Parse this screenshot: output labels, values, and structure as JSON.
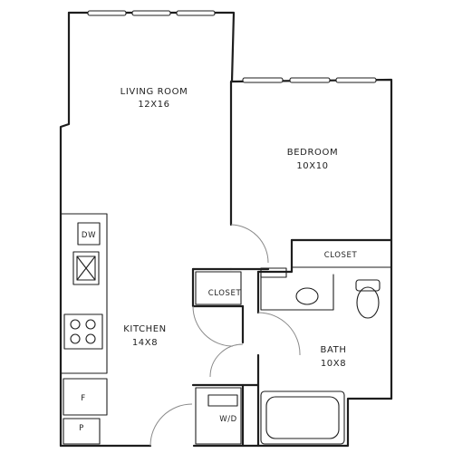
{
  "rooms": {
    "living_room": {
      "name": "LIVING ROOM",
      "size": "12X16"
    },
    "bedroom": {
      "name": "BEDROOM",
      "size": "10X10"
    },
    "kitchen": {
      "name": "KITCHEN",
      "size": "14X8"
    },
    "bath": {
      "name": "BATH",
      "size": "10X8"
    }
  },
  "closets": {
    "bedroom_closet": "CLOSET",
    "hall_closet": "CLOSET"
  },
  "fixtures": {
    "dishwasher": "DW",
    "fridge": "F",
    "pantry": "P",
    "washer_dryer": "W/D"
  }
}
